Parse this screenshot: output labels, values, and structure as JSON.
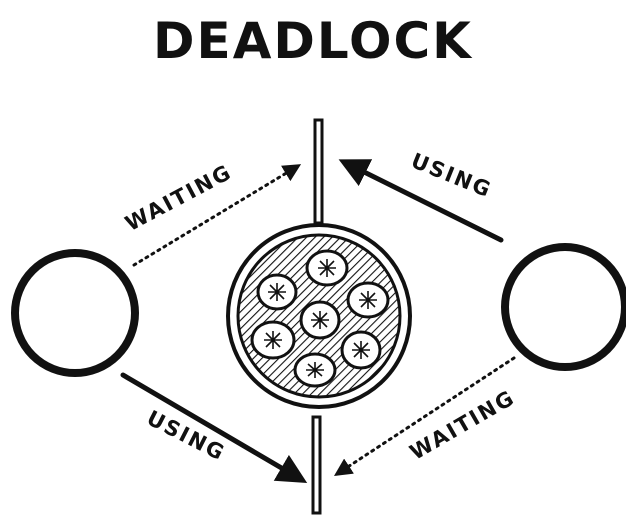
{
  "title": "DEADLOCK",
  "labels": {
    "top_left": "WAITING",
    "top_right": "USING",
    "bottom_left": "USING",
    "bottom_right": "WAITING"
  },
  "colors": {
    "ink": "#111111",
    "background": "#ffffff"
  },
  "icons": {
    "left_process": "circle",
    "right_process": "circle",
    "resource": "pizza",
    "top_fork": "fork",
    "bottom_fork": "fork"
  }
}
